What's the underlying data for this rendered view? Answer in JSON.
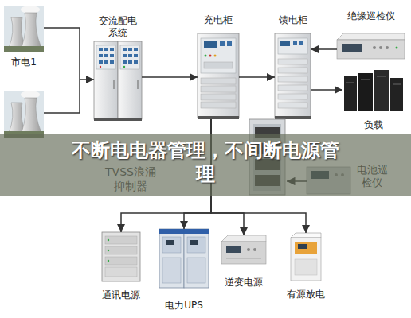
{
  "diagram": {
    "title": "不断电电器管理，不间断电源管理",
    "nodes": [
      {
        "text": [
          "市电1"
        ]
      },
      {
        "text": [
          "交流配电系统"
        ]
      },
      {
        "text": [
          "充电柜"
        ]
      },
      {
        "text": [
          "馈电柜"
        ]
      },
      {
        "text": [
          "绝缘巡检仪"
        ]
      },
      {
        "text": [
          "负载"
        ]
      },
      {
        "text": [
          "TVSS浪涌抑制器"
        ]
      },
      {
        "text": [
          "电池巡检仪"
        ]
      },
      {
        "text": [
          "通讯电源"
        ]
      },
      {
        "text": [
          "电力UPS"
        ]
      },
      {
        "text": [
          "逆变电源"
        ]
      },
      {
        "text": [
          "有源放电"
        ]
      }
    ],
    "edges": [
      {
        "from": 0,
        "to": 1,
        "arrow": "to"
      },
      {
        "from": 1,
        "to": 2,
        "arrow": "to"
      },
      {
        "from": 2,
        "to": 3,
        "arrow": "to"
      },
      {
        "from": 4,
        "to": 3,
        "arrow": "to"
      },
      {
        "from": 3,
        "to": 5,
        "arrow": "to"
      },
      {
        "from": 2,
        "to": 8,
        "arrow": "to"
      },
      {
        "from": 2,
        "to": 9,
        "arrow": "to"
      },
      {
        "from": 2,
        "to": 10,
        "arrow": "to"
      },
      {
        "from": 2,
        "to": 11,
        "arrow": "to"
      }
    ]
  }
}
